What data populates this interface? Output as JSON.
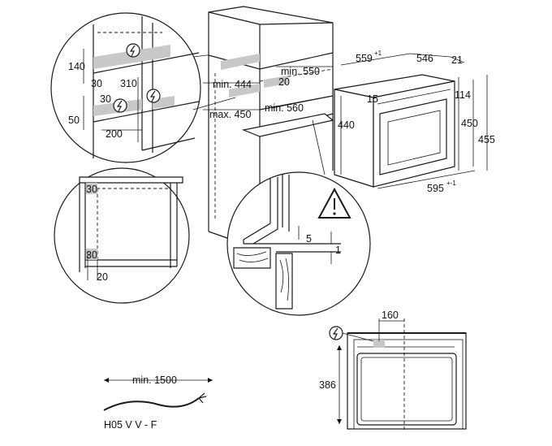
{
  "detail_top_left": {
    "dims": [
      "140",
      "30",
      "310",
      "30",
      "50",
      "200"
    ]
  },
  "cabinet": {
    "min_444": "min. 444",
    "max_450": "max. 450",
    "min_550": "min. 550",
    "d_20": "20",
    "min_560": "min. 560"
  },
  "oven": {
    "w_559": "559",
    "w_559_tol": "+1",
    "d_546": "546",
    "d_21": "21",
    "h_15": "15",
    "h_440": "440",
    "h_114": "114",
    "h_450": "450",
    "h_455": "455",
    "w_595": "595",
    "w_595_tol": "+-1"
  },
  "detail_mid_left": {
    "d_30a": "30",
    "d_30b": "30",
    "d_20": "20"
  },
  "detail_mid_right": {
    "d_5": "5",
    "d_1": "1"
  },
  "cable": {
    "length": "min. 1500",
    "type": "H05 V V - F"
  },
  "front_view": {
    "w_160": "160",
    "h_386": "386"
  },
  "icons": [
    "electric-hazard-icon",
    "warning-triangle-icon"
  ]
}
